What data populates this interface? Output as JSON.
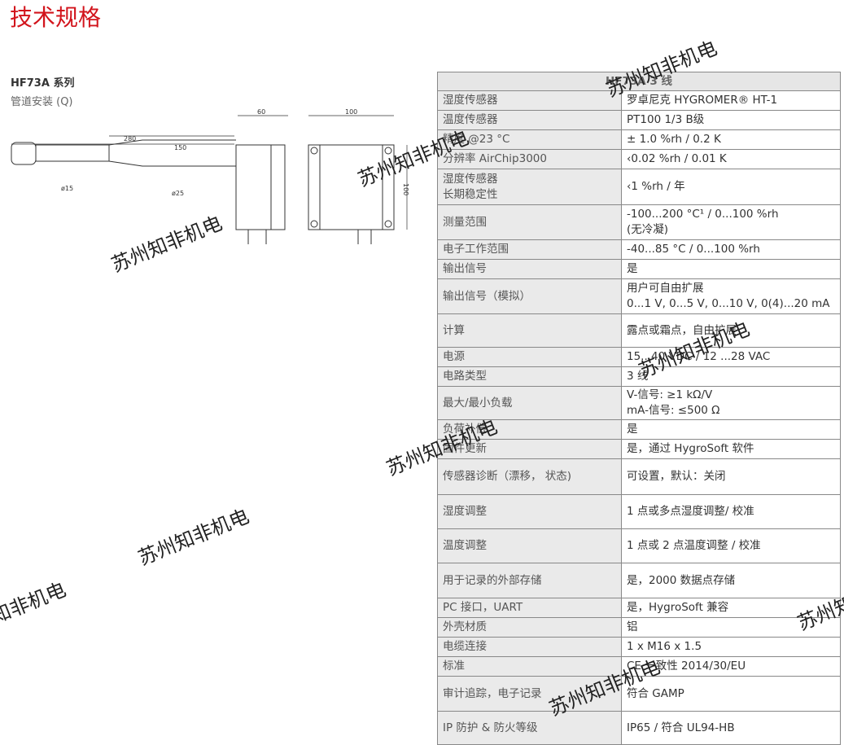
{
  "page_title": "技术规格",
  "drawing": {
    "series": "HF73A 系列",
    "mount": "管道安装 (Q)",
    "dims": [
      "60",
      "100",
      "280",
      "150",
      "ø15",
      "ø25",
      "100"
    ]
  },
  "table": {
    "header": "HF73A 3 线",
    "rows": [
      {
        "k": "湿度传感器",
        "v": "罗卓尼克 HYGROMER® HT-1",
        "h": 24
      },
      {
        "k": "温度传感器",
        "v": "PT100 1/3  B级",
        "h": 24
      },
      {
        "k": "精度 @23 °C",
        "v": "± 1.0 %rh / 0.2 K",
        "h": 24
      },
      {
        "k": "分辨率 AirChip3000",
        "v": "‹0.02 %rh / 0.01 K",
        "h": 24
      },
      {
        "k": "湿度传感器\n长期稳定性",
        "v": "‹1 %rh / 年",
        "h": 44
      },
      {
        "k": "测量范围",
        "v": "-100...200 °C¹ / 0...100 %rh\n(无冷凝)",
        "h": 43
      },
      {
        "k": "电子工作范围",
        "v": "-40...85 °C / 0...100 %rh",
        "h": 24
      },
      {
        "k": "输出信号",
        "v": "是",
        "h": 24
      },
      {
        "k": "输出信号（模拟）",
        "v": "用户可自由扩展\n0...1 V, 0...5 V, 0...10 V, 0(4)...20 mA",
        "h": 43
      },
      {
        "k": "计算",
        "v": "露点或霜点，自由扩展",
        "h": 41
      },
      {
        "k": "电源",
        "v": "15...40 VDC / 12 ...28 VAC",
        "h": 24
      },
      {
        "k": "电路类型",
        "v": "3 线",
        "h": 24
      },
      {
        "k": "最大/最小负载",
        "v": "V-信号: ≥1 kΩ/V\nmA-信号: ≤500 Ω",
        "h": 41
      },
      {
        "k": "负荷补偿",
        "v": "是",
        "h": 24
      },
      {
        "k": "固件更新",
        "v": "是，通过 HygroSoft 软件",
        "h": 24
      },
      {
        "k": "传感器诊断（漂移， 状态)",
        "v": "可设置，默认：关闭",
        "h": 44
      },
      {
        "k": "湿度调整",
        "v": "1 点或多点湿度调整/ 校准",
        "h": 42
      },
      {
        "k": "温度调整",
        "v": "1 点或 2 点温度调整 / 校准",
        "h": 42
      },
      {
        "k": "用于记录的外部存储",
        "v": "是，2000 数据点存储",
        "h": 43
      },
      {
        "k": "PC 接口，UART",
        "v": "是，HygroSoft 兼容",
        "h": 24
      },
      {
        "k": "外壳材质",
        "v": "铝",
        "h": 24
      },
      {
        "k": "电缆连接",
        "v": "1 x M16 x 1.5",
        "h": 24
      },
      {
        "k": "标准",
        "v": "CE 一致性 2014/30/EU",
        "h": 24
      },
      {
        "k": "审计追踪，电子记录",
        "v": "符合 GAMP",
        "h": 43
      },
      {
        "k": "IP 防护 & 防火等级",
        "v": "IP65 / 符合 UL94-HB",
        "h": 41
      }
    ]
  },
  "watermark": "苏州知非机电"
}
